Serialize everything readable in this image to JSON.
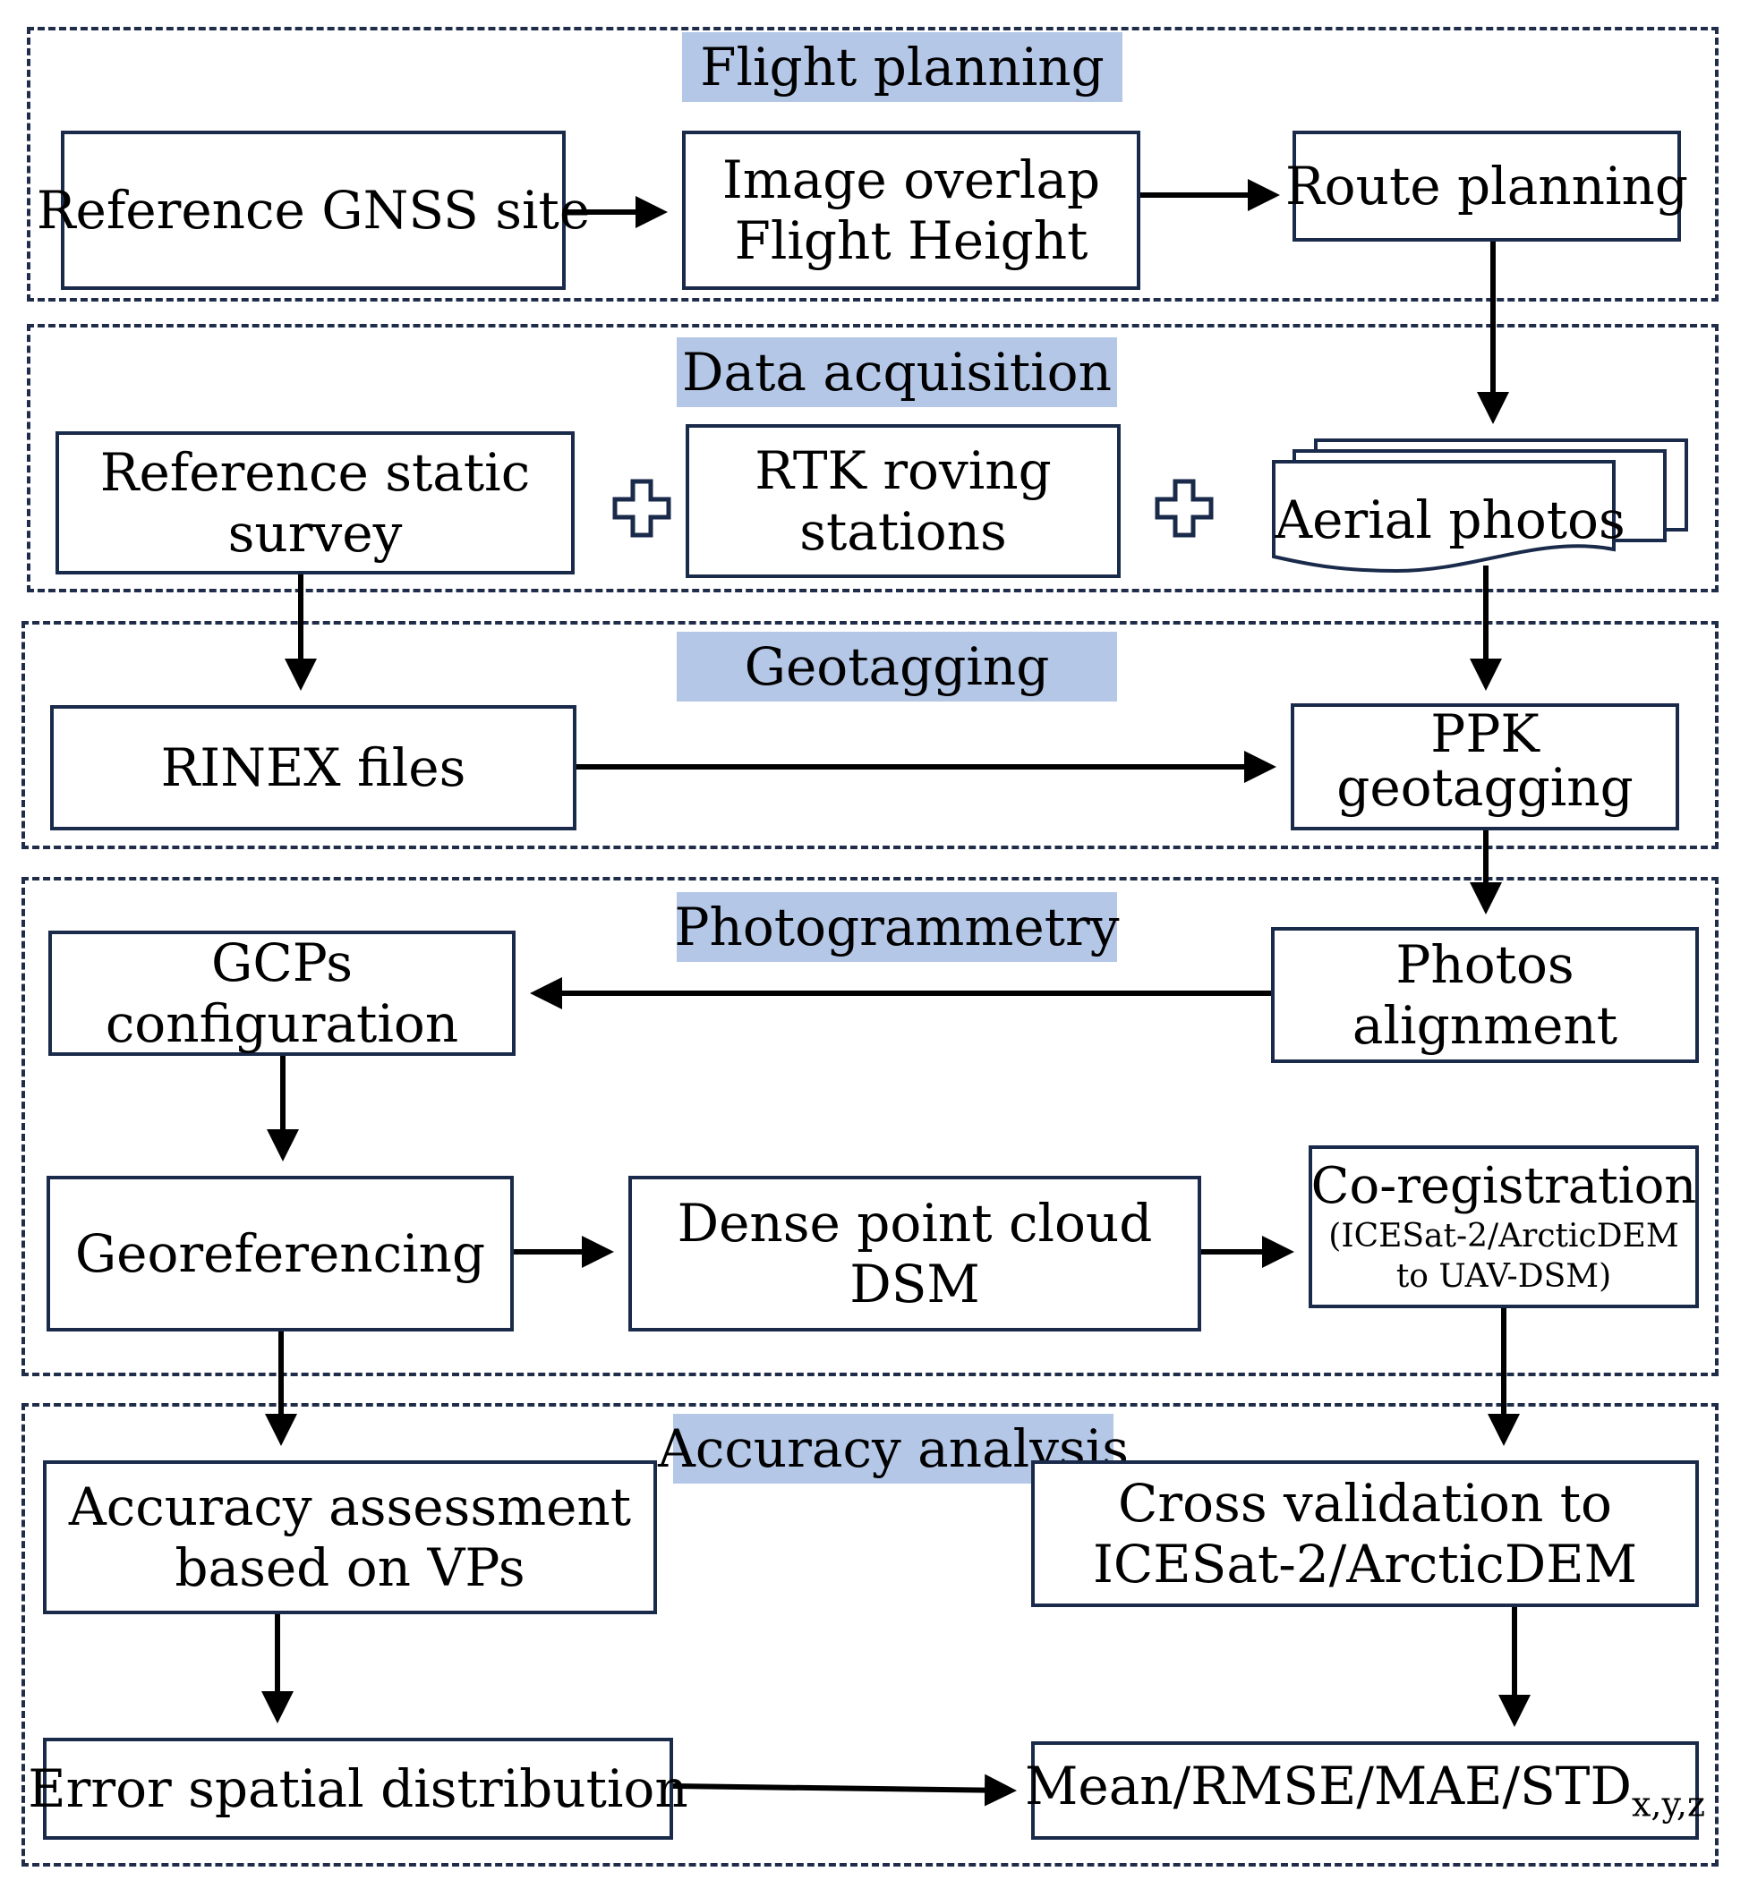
{
  "sections": {
    "flight_planning": "Flight planning",
    "data_acquisition": "Data acquisition",
    "geotagging": "Geotagging",
    "photogrammetry": "Photogrammetry",
    "accuracy_analysis": "Accuracy analysis"
  },
  "nodes": {
    "reference_gnss": "Reference GNSS site",
    "image_overlap": "Image overlap",
    "flight_height": "Flight Height",
    "route_planning": "Route planning",
    "ref_static_l1": "Reference static",
    "ref_static_l2": "survey",
    "rtk_l1": "RTK roving",
    "rtk_l2": "stations",
    "aerial_photos": "Aerial photos",
    "rinex": "RINEX files",
    "ppk_l1": "PPK",
    "ppk_l2": "geotagging",
    "gcps_l1": "GCPs",
    "gcps_l2": "configuration",
    "photos_align_l1": "Photos",
    "photos_align_l2": "alignment",
    "georef": "Georeferencing",
    "dense_l1": "Dense point cloud",
    "dense_l2": "DSM",
    "coreg_l1": "Co-registration",
    "coreg_l2": "(ICESat-2/ArcticDEM",
    "coreg_l3": "to UAV-DSM)",
    "acc_assess_l1": "Accuracy assessment",
    "acc_assess_l2": "based on VPs",
    "cross_val_l1": "Cross validation to",
    "cross_val_l2": "ICESat-2/ArcticDEM",
    "error_spatial": "Error spatial distribution",
    "metrics_main": "Mean/RMSE/MAE/STD",
    "metrics_sub": "x,y,z"
  },
  "colors": {
    "title_fill": "#b4c7e7",
    "border": "#1a2a4a",
    "arrow": "#000000"
  }
}
